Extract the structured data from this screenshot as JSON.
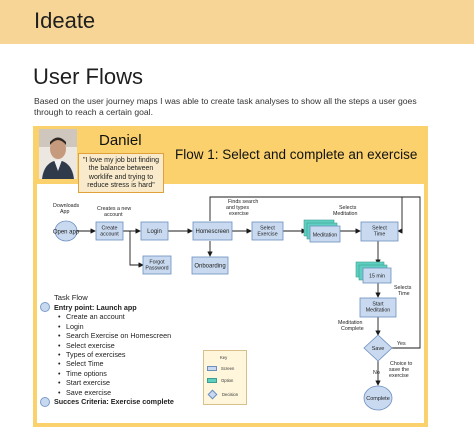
{
  "banner": {
    "title": "Ideate"
  },
  "section": {
    "title": "User Flows",
    "intro": "Based on the user journey maps I was able to create task analyses to show all the steps a user goes through to reach a certain goal."
  },
  "persona": {
    "name": "Daniel",
    "quote": "\"I love my job but finding the balance between worklife and trying to reduce stress is hard\""
  },
  "flow": {
    "title": "Flow 1: Select and complete an exercise",
    "nodes": {
      "open_app": "Open app",
      "create_account": "Create account",
      "login": "Login",
      "forgot_password": "Forgot Password",
      "homescreen": "Homescreen",
      "onboarding": "Onboarding",
      "select_exercise": "Select Exercise",
      "meditation": "Meditation",
      "select_time": "Select Time",
      "min15": "15 min",
      "start_meditation": "Start Meditation",
      "save": "Save",
      "complete": "Complete"
    },
    "annotations": {
      "downloads_app": "Downloads App",
      "creates_account": "Creates a new account",
      "finds_search": "Finds search and types exercise",
      "selects_meditation": "Selects Meditation",
      "selects_time": "Selects Time",
      "meditation_complete": "Meditation Complete",
      "choice_save": "Choice to save the exercise",
      "yes": "Yes",
      "no": "No"
    }
  },
  "task_flow": {
    "title": "Task Flow",
    "entry": "Entry point: Launch app",
    "steps": [
      "Create an account",
      "Login",
      "Search Exercise on Homescreen",
      "Select exercise",
      "Types of exercises",
      "Select Time",
      "Time options",
      "Start exercise",
      "Save exercise"
    ],
    "success": "Succes Criteria: Exercise complete"
  },
  "key": {
    "title": "Key",
    "screen": "Screen",
    "option": "Option",
    "decision": "Decision"
  },
  "colors": {
    "banner": "#f7d596",
    "card": "#fbd16e",
    "screen_fill": "#c9daf0",
    "option_fill": "#5fd0c0",
    "connector": "#1b1b1b"
  }
}
